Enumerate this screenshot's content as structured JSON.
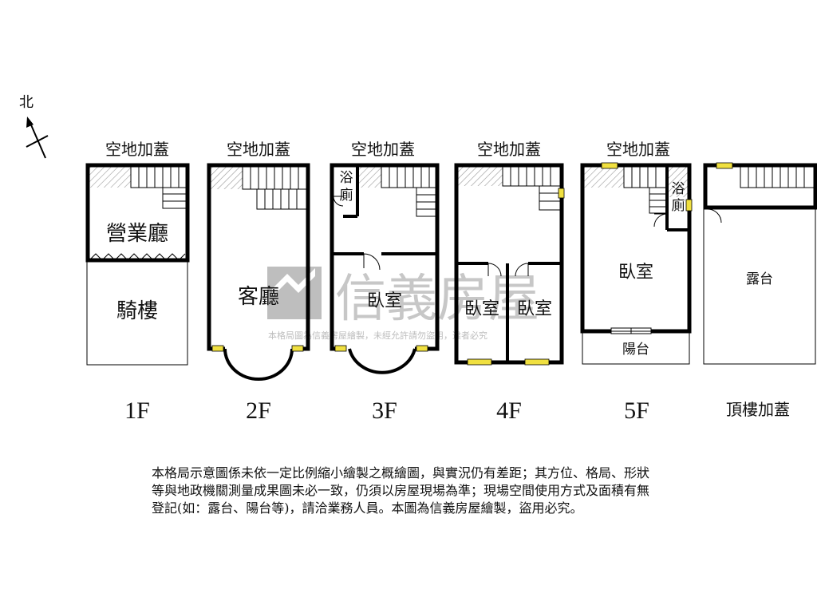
{
  "compass": {
    "north_label": "北"
  },
  "panels": [
    {
      "top_label": "空地加蓋",
      "floor_label": "1F",
      "rooms": [
        "營業廳",
        "騎樓"
      ]
    },
    {
      "top_label": "空地加蓋",
      "floor_label": "2F",
      "rooms": [
        "客廳"
      ]
    },
    {
      "top_label": "空地加蓋",
      "floor_label": "3F",
      "rooms": [
        "浴",
        "廁",
        "臥室"
      ]
    },
    {
      "top_label": "空地加蓋",
      "floor_label": "4F",
      "rooms": [
        "臥室",
        "臥室"
      ]
    },
    {
      "top_label": "空地加蓋",
      "floor_label": "5F",
      "rooms": [
        "臥室",
        "浴",
        "廁",
        "陽台"
      ]
    },
    {
      "top_label": "",
      "floor_label": "頂樓加蓋",
      "rooms": [
        "露台"
      ]
    }
  ],
  "watermark": {
    "brand": "信義房屋",
    "notice": "本格局圖為信義房屋繪製，未經允許請勿盜用，違者必究"
  },
  "disclaimer": [
    "本格局示意圖係未依一定比例縮小繪製之概繪圖，與實況仍有差距；其方位、格局、形狀",
    "等與地政機關測量成果圖未必一致，仍須以房屋現場為準；現場空間使用方式及面積有無",
    "登記(如：露台、陽台等)，請洽業務人員。本圖為信義房屋繪製，盜用必究。"
  ],
  "colors": {
    "wall": "#000000",
    "window": "#f0e040",
    "watermark": "#888888",
    "hatch": "#999999"
  }
}
